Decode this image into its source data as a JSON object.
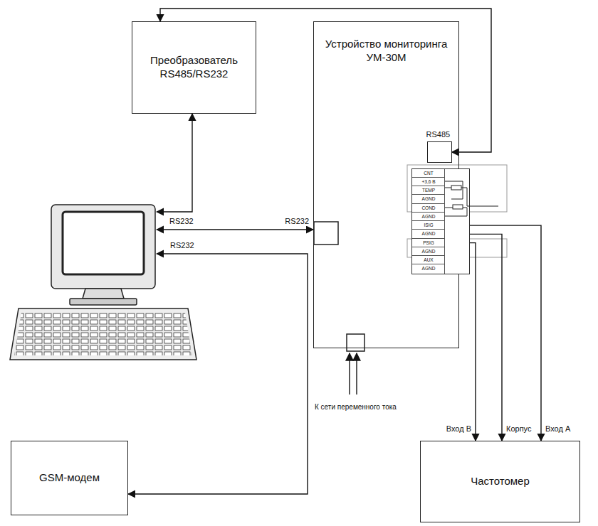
{
  "diagram": {
    "nodes": [
      {
        "text": [
          "Преобразователь RS485/RS232"
        ]
      },
      {
        "text": [
          "Устройство мониторинга УМ-30М"
        ]
      },
      {
        "text": [
          "RS485"
        ],
        "in": 1
      },
      {
        "text": [
          "CNT",
          "+3,6 В",
          "TEMP",
          "AGND",
          "COND",
          "AGND",
          "ISIG",
          "AGND",
          "PSIG",
          "AGND",
          "AUX",
          "AGND"
        ],
        "in": 1
      },
      {
        "text": []
      },
      {
        "text": [
          "GSM-модем"
        ]
      },
      {
        "text": [
          "Частотомер"
        ]
      }
    ],
    "edges": [
      {
        "from": 4,
        "to": 1,
        "arrow": "both",
        "label": "RS232"
      },
      {
        "from": 4,
        "to": 5,
        "arrow": "both",
        "label": "RS232"
      },
      {
        "from": 4,
        "to": 0,
        "arrow": "both"
      },
      {
        "from": 0,
        "to": 2,
        "arrow": "both"
      },
      {
        "from": 3,
        "to": 6,
        "arrow": "to",
        "label": "Вход В"
      },
      {
        "from": 3,
        "to": 6,
        "arrow": "to",
        "label": "Корпус"
      },
      {
        "from": 3,
        "to": 6,
        "arrow": "to",
        "label": "Вход А"
      }
    ],
    "labels": [
      "RS232",
      "К сети переменного тока"
    ]
  }
}
